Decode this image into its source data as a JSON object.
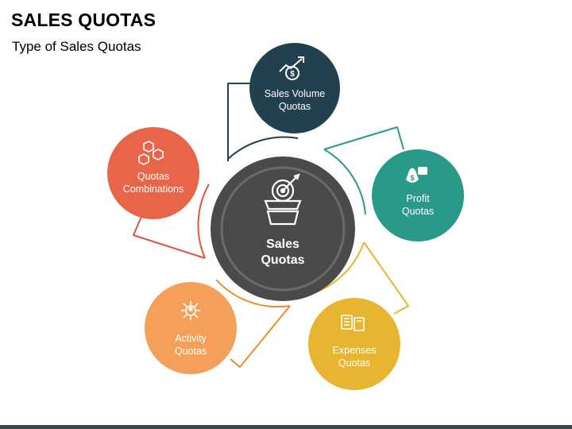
{
  "header": {
    "title": "SALES QUOTAS",
    "subtitle": "Type of Sales Quotas"
  },
  "center": {
    "label": "Sales\nQuotas",
    "icon": "target-basket-icon",
    "color": "#4a4a4a"
  },
  "nodes": [
    {
      "id": "sales-volume",
      "label": "Sales Volume\nQuotas",
      "icon": "dollar-growth-icon",
      "color": "#22404d"
    },
    {
      "id": "profit",
      "label": "Profit\nQuotas",
      "icon": "money-bag-hand-icon",
      "color": "#2a9a88"
    },
    {
      "id": "expenses",
      "label": "Expenses\nQuotas",
      "icon": "receipt-calculator-icon",
      "color": "#e8b530"
    },
    {
      "id": "activity",
      "label": "Activity\nQuotas",
      "icon": "person-network-icon",
      "color": "#f4a05a"
    },
    {
      "id": "combinations",
      "label": "Quotas\nCombinations",
      "icon": "hexagon-cluster-icon",
      "color": "#e8654a"
    }
  ]
}
